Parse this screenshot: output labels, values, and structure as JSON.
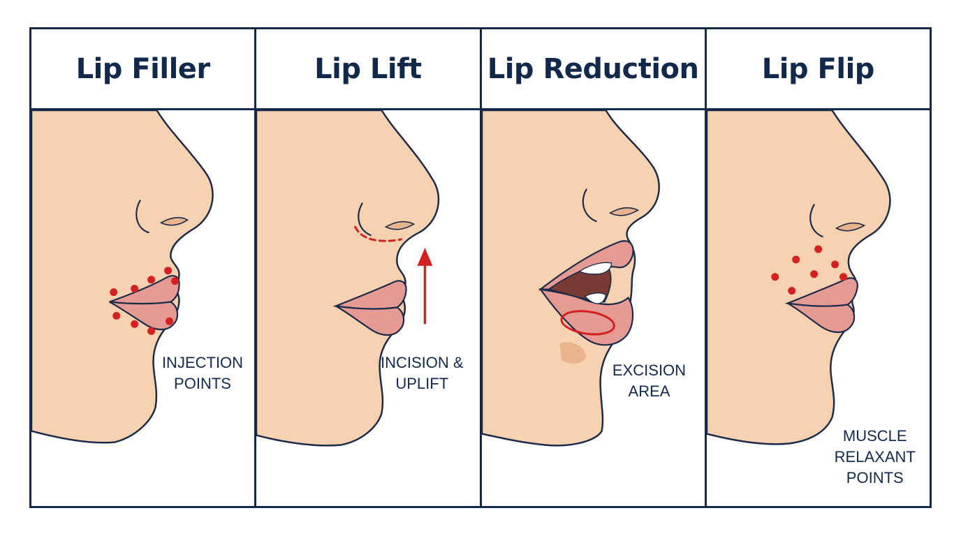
{
  "panels": [
    {
      "title": "Lip Filler",
      "caption": [
        "INJECTION",
        "POINTS"
      ],
      "marker": "injection-dots"
    },
    {
      "title": "Lip Lift",
      "caption": [
        "INCISION &",
        "UPLIFT"
      ],
      "marker": "incision-line-and-arrow"
    },
    {
      "title": "Lip Reduction",
      "caption": [
        "EXCISION",
        "AREA"
      ],
      "marker": "excision-ellipse"
    },
    {
      "title": "Lip Flip",
      "caption": [
        "MUSCLE",
        "RELAXANT",
        "POINTS"
      ],
      "marker": "relaxant-dots"
    }
  ],
  "colors": {
    "border": "#13294b",
    "skin": "#f6d2b0",
    "lip": "#e59a94",
    "outline": "#1c2b4a",
    "marker": "#d42020"
  }
}
